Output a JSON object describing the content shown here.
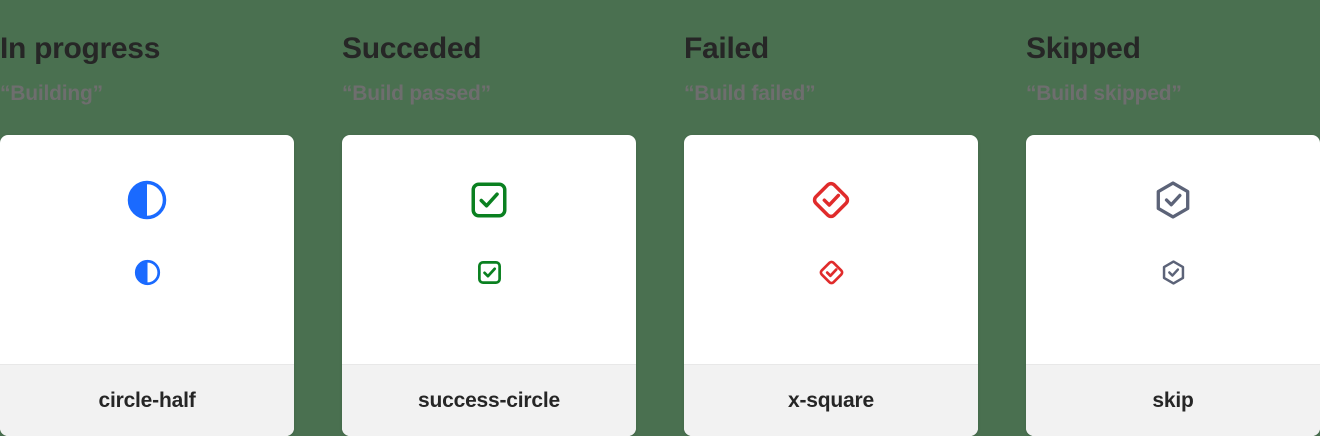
{
  "page": {
    "background_color": "#4a7050",
    "title_color": "#262626",
    "subtitle_color": "#6e6e6e",
    "card_background": "#ffffff",
    "card_footer_background": "#f2f2f2"
  },
  "columns": [
    {
      "title": "In progress",
      "subtitle": "“Building”",
      "icon_name": "circle-half-icon",
      "icon_label": "circle-half",
      "icon_color": "#1a6aff"
    },
    {
      "title": "Succeded",
      "subtitle": "“Build passed”",
      "icon_name": "success-circle-icon",
      "icon_label": "success-circle",
      "icon_color": "#0a8020"
    },
    {
      "title": "Failed",
      "subtitle": "“Build failed”",
      "icon_name": "x-square-icon",
      "icon_label": "x-square",
      "icon_color": "#e02b2b"
    },
    {
      "title": "Skipped",
      "subtitle": "“Build skipped”",
      "icon_name": "skip-icon",
      "icon_label": "skip",
      "icon_color": "#5c6378"
    }
  ]
}
